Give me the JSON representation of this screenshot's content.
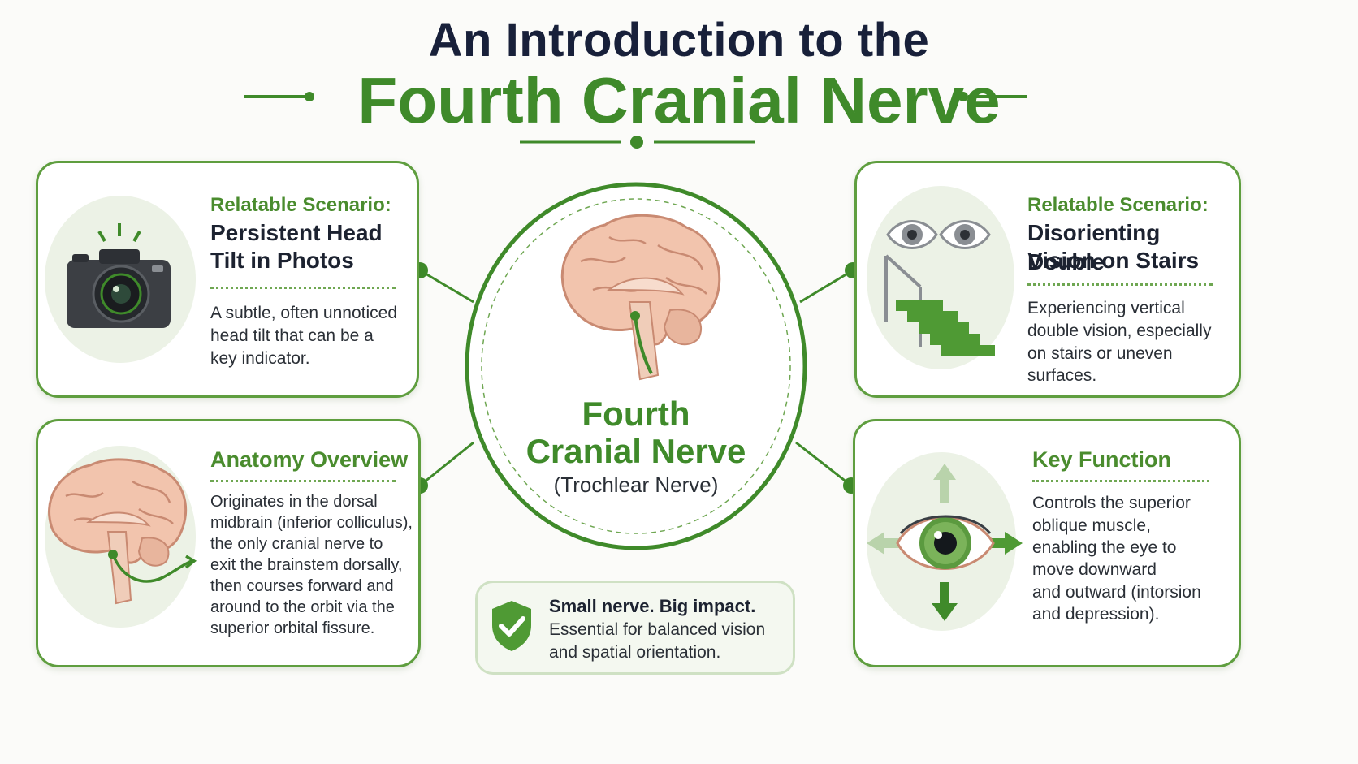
{
  "title": {
    "line1": "An Introduction to the",
    "line2": "Fourth Cranial Nerve"
  },
  "center": {
    "title_line1": "Fourth",
    "title_line2": "Cranial Nerve",
    "subtitle": "(Trochlear Nerve)"
  },
  "cards": {
    "head_tilt": {
      "kicker": "Relatable Scenario:",
      "heading_line1": "Persistent Head",
      "heading_line2": "Tilt in Photos",
      "body_line1": "A subtle, often unnoticed",
      "body_line2": "head tilt that can be a",
      "body_line3": "key indicator.",
      "icon": "camera-icon"
    },
    "double_vision": {
      "kicker": "Relatable Scenario:",
      "heading_line1": "Disorienting Double",
      "heading_line2": "Vision on Stairs",
      "body_line1": "Experiencing vertical",
      "body_line2": "double vision, especially",
      "body_line3": "on stairs or uneven",
      "body_line4": "surfaces.",
      "icon": "eyes-stairs-icon"
    },
    "anatomy": {
      "title": "Anatomy Overview",
      "body_line1": "Originates in the dorsal",
      "body_line2": "midbrain (inferior colliculus),",
      "body_line3": "the only cranial nerve to",
      "body_line4": "exit the brainstem dorsally,",
      "body_line5": "then courses forward and",
      "body_line6": "around to the orbit via the",
      "body_line7": "superior orbital fissure.",
      "icon": "brain-nerve-path-icon"
    },
    "function": {
      "title": "Key Function",
      "body_line1": "Controls the superior",
      "body_line2": "oblique muscle,",
      "body_line3": "enabling the eye to",
      "body_line4": "move downward",
      "body_line5": "and outward (intorsion",
      "body_line6": "and depression).",
      "icon": "eye-arrows-icon"
    }
  },
  "impact": {
    "strong": "Small nerve. Big impact.",
    "line2": "Essential for balanced vision",
    "line3": "and spatial orientation.",
    "icon": "shield-check-icon"
  },
  "colors": {
    "accent": "#3f8a2a",
    "card_border": "#5f9e3f",
    "title_dark": "#18203a",
    "icon_bg": "#ecf2e6"
  }
}
